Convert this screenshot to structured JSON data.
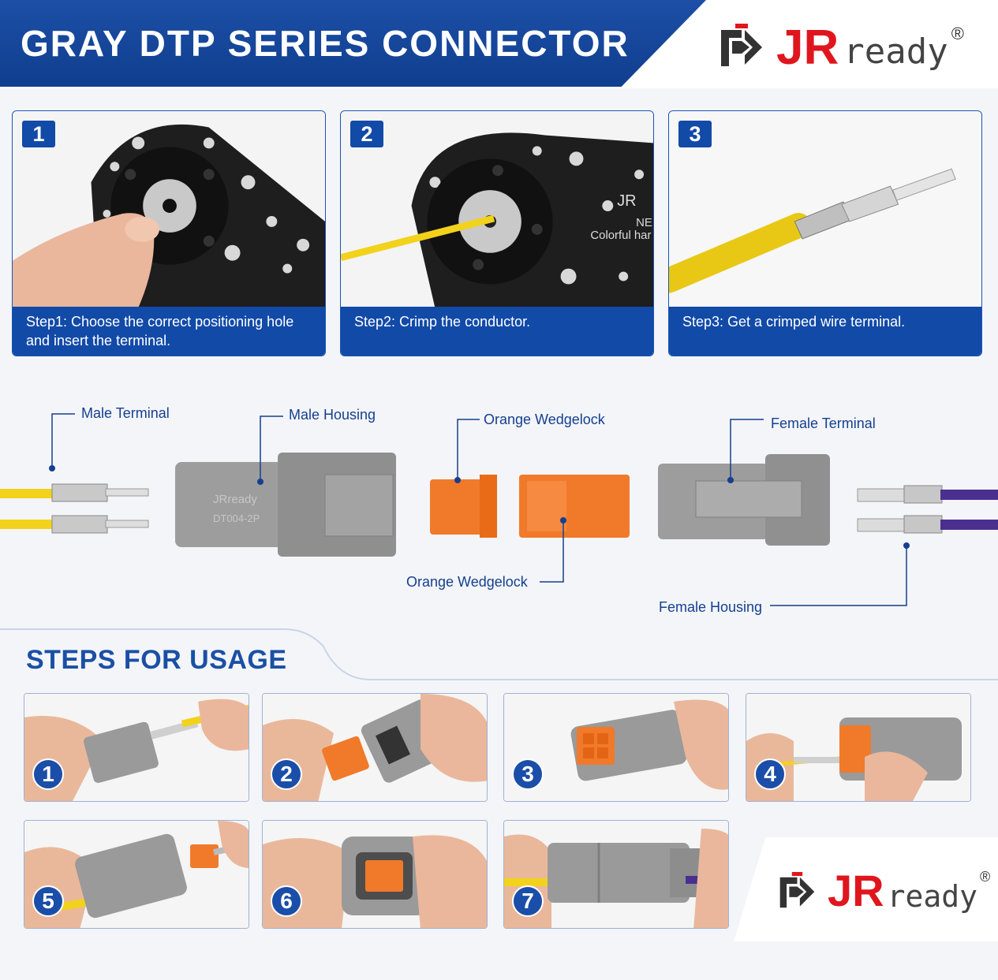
{
  "header": {
    "title": "GRAY DTP SERIES CONNECTOR",
    "brand": {
      "jr": "JR",
      "ready": "ready",
      "registered": "®"
    }
  },
  "steps": [
    {
      "number": "1",
      "caption": "Step1: Choose the correct positioning hole and insert the terminal."
    },
    {
      "number": "2",
      "caption": "Step2: Crimp the conductor."
    },
    {
      "number": "3",
      "caption": "Step3: Get a crimped wire terminal."
    }
  ],
  "tool_print": {
    "brand": "JR",
    "ne": "NE",
    "colorful": "Colorful har"
  },
  "parts": {
    "male_terminal": "Male Terminal",
    "male_housing": "Male Housing",
    "orange_wedgelock_top": "Orange Wedgelock",
    "orange_wedgelock_bottom": "Orange Wedgelock",
    "female_terminal": "Female Terminal",
    "female_housing": "Female Housing",
    "housing_print_brand": "JRready",
    "housing_print_model": "DT004-2P"
  },
  "usage": {
    "title": "STEPS FOR USAGE",
    "steps": [
      "1",
      "2",
      "3",
      "4",
      "5",
      "6",
      "7"
    ]
  },
  "colors": {
    "brand_blue": "#124aa8",
    "brand_red": "#e0161e",
    "wire_yellow": "#f2d21b",
    "wire_purple": "#4a2f8f",
    "housing_gray": "#9a9a9a",
    "wedgelock_orange": "#f07a2a"
  }
}
